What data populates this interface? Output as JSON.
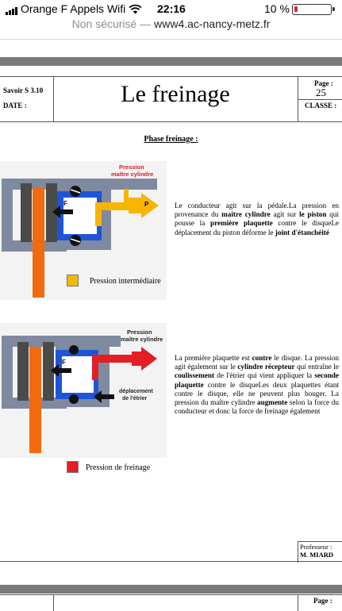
{
  "status_bar": {
    "carrier": "Orange F Appels Wifi",
    "time": "22:16",
    "battery_percent": "10 %",
    "battery_level": 0.1
  },
  "url_bar": {
    "security": "Non sécurisé —",
    "domain": "www4.ac-nancy-metz.fr"
  },
  "doc_header": {
    "savoir": "Savoir S 3.10",
    "date_label": "DATE :",
    "title": "Le freinage",
    "page_label": "Page :",
    "page_number": "25",
    "classe_label": "CLASSE :"
  },
  "section_title": "Phase freinage :",
  "diagram1": {
    "label_pression": "Pression",
    "label_maitre": "maître cylindre",
    "label_p": "P",
    "label_f": "F",
    "legend": "Pression intermédiaire",
    "legend_color": "#f5b800"
  },
  "paragraph1": [
    {
      "text": "Le conducteur agit sur la pédale."
    },
    {
      "text": "La pression en provenance du "
    },
    {
      "text": "maître cylindre",
      "b": true
    },
    {
      "text": " agit sur "
    },
    {
      "text": "le piston",
      "b": true
    },
    {
      "text": " qui pousse la "
    },
    {
      "text": "première plaquette",
      "b": true
    },
    {
      "text": " contre le disque"
    },
    {
      "text": "Le déplacement du piston déforme le "
    },
    {
      "text": "joint d'étanchéité",
      "b": true
    }
  ],
  "diagram2": {
    "label_pression": "Pression",
    "label_maitre": "maître cylindre",
    "label_f": "F",
    "label_depl1": "déplacement",
    "label_depl2": "de l'étrier",
    "legend": "Pression de freinage",
    "legend_color": "#e31e24"
  },
  "paragraph2": [
    {
      "text": "La première plaquette est "
    },
    {
      "text": "contre",
      "b": true
    },
    {
      "text": " le disque. La pression agit également sur le "
    },
    {
      "text": "cylindre récepteur",
      "b": true
    },
    {
      "text": " qui entraîne le "
    },
    {
      "text": "coulissement",
      "b": true
    },
    {
      "text": " de l'étrier qui vient appliquer la "
    },
    {
      "text": "seconde plaquette",
      "b": true
    },
    {
      "text": " contre le disque"
    },
    {
      "text": "Les deux plaquettes étant contre le disque, elle ne peuvent plus bouger. La pression du maître cylindre "
    },
    {
      "text": "augmente",
      "b": true
    },
    {
      "text": " selon la force du conducteur et donc la force de freinage également"
    }
  ],
  "footer": {
    "prof_label": "Professeur :",
    "prof_name": "M. MIARD"
  },
  "next_page": {
    "page_label": "Page :"
  }
}
